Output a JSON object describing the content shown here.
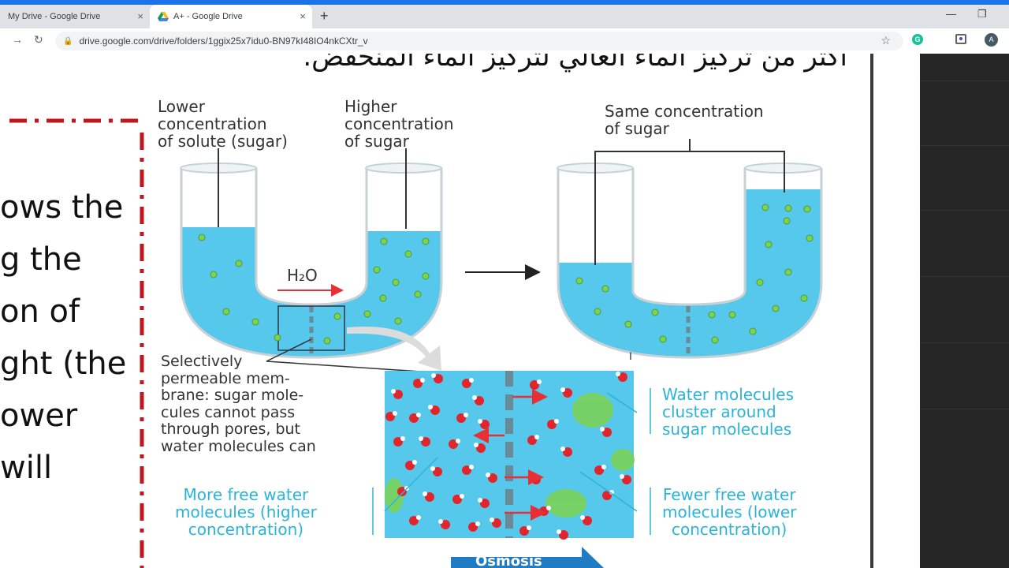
{
  "browser": {
    "tabs": [
      {
        "title": "My Drive - Google Drive",
        "active": false
      },
      {
        "title": "A+ - Google Drive",
        "active": true
      }
    ],
    "close_glyph": "×",
    "newtab_glyph": "+",
    "url": "drive.google.com/drive/folders/1ggix25x7idu0-BN97kI48IO4nkCXtr_v",
    "avatar_letter": "A",
    "grammarly_letter": "G"
  },
  "slide": {
    "arabic_heading": "اكثر من تركيز الماء العالي لتركيز الماء المنخفض.",
    "left_text_lines": [
      "ows the",
      "g the",
      "on of",
      "ght (the",
      "ower",
      "will"
    ]
  },
  "diagram": {
    "label_lower": "Lower\nconcentration\nof solute (sugar)",
    "label_higher": "Higher\nconcentration\nof sugar",
    "label_same": "Same concentration\nof sugar",
    "label_h2o": "H₂O",
    "label_membrane": "Selectively\npermeable mem-\nbrane: sugar mole-\ncules cannot pass\nthrough pores, but\nwater molecules can",
    "label_water_cluster": "Water molecules\ncluster around\nsugar molecules",
    "label_more_free": "More free water\nmolecules (higher\nconcentration)",
    "label_fewer_free": "Fewer free water\nmolecules (lower\nconcentration)",
    "label_osmosis": "Osmosis",
    "colors": {
      "water": "#56c8ec",
      "sugar": "#7bd34f",
      "arrow_red": "#e63036",
      "dashed_red": "#c0161d",
      "osmosis_blue": "#1e7bc4"
    }
  }
}
